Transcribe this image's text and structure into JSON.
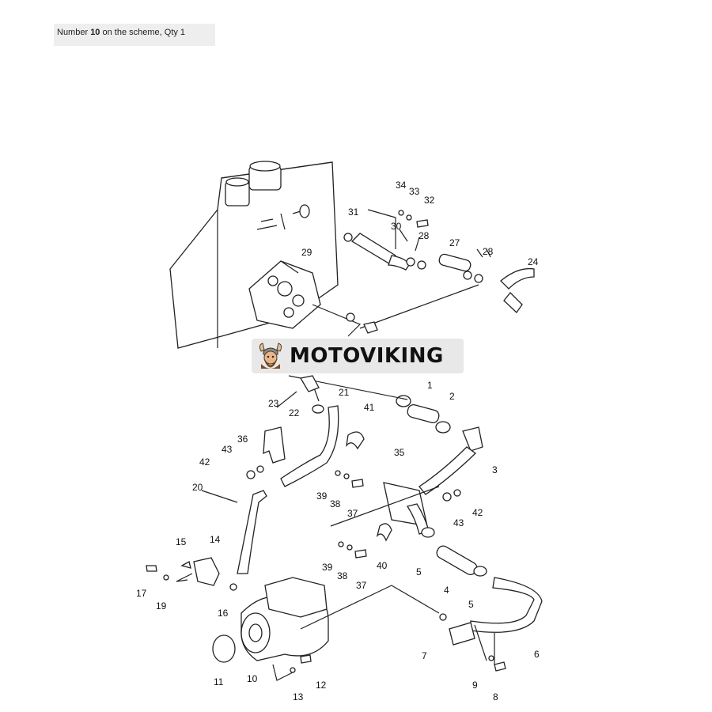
{
  "caption": {
    "prefix": "Number ",
    "number": "10",
    "suffix": " on the scheme, Qty 1"
  },
  "watermark": {
    "text": "MOTOVIKING"
  },
  "callouts": [
    "1",
    "2",
    "3",
    "4",
    "5",
    "5",
    "6",
    "7",
    "8",
    "9",
    "10",
    "11",
    "12",
    "13",
    "14",
    "15",
    "16",
    "17",
    "19",
    "20",
    "21",
    "22",
    "23",
    "24",
    "27",
    "28",
    "28",
    "29",
    "30",
    "31",
    "32",
    "33",
    "34",
    "35",
    "36",
    "37",
    "37",
    "38",
    "38",
    "39",
    "39",
    "40",
    "41",
    "42",
    "42",
    "43",
    "43"
  ]
}
